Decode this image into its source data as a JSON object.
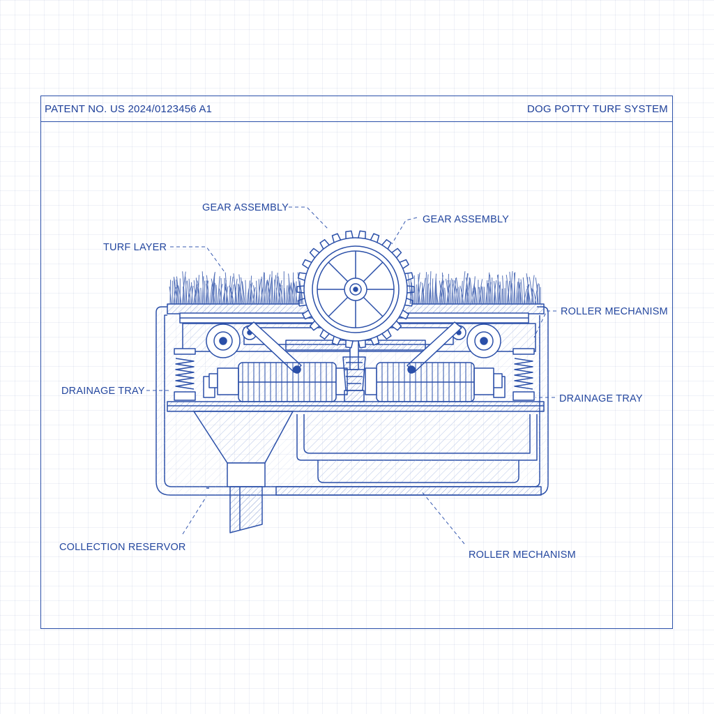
{
  "header": {
    "patent_number": "PATENT NO. US 2024/0123456 A1",
    "system_title": "DOG POTTY TURF SYSTEM"
  },
  "callouts": {
    "gear_assembly_left": "GEAR ASSEMBLY",
    "gear_assembly_right": "GEAR ASSEMBLY",
    "turf_layer": "TURF LAYER",
    "roller_mechanism_upper": "ROLLER MECHANISM",
    "drainage_tray_left": "DRAINAGE TRAY",
    "drainage_tray_right": "DRAINAGE TRAY",
    "collection_reservoir": "COLLECTION RESERVOR",
    "roller_mechanism_lower": "ROLLER MECHANISM"
  },
  "colors": {
    "ink": "#1d3f99",
    "line": "#2a4fa8",
    "paper": "#ffffff",
    "hatch": "#7f97d0"
  }
}
